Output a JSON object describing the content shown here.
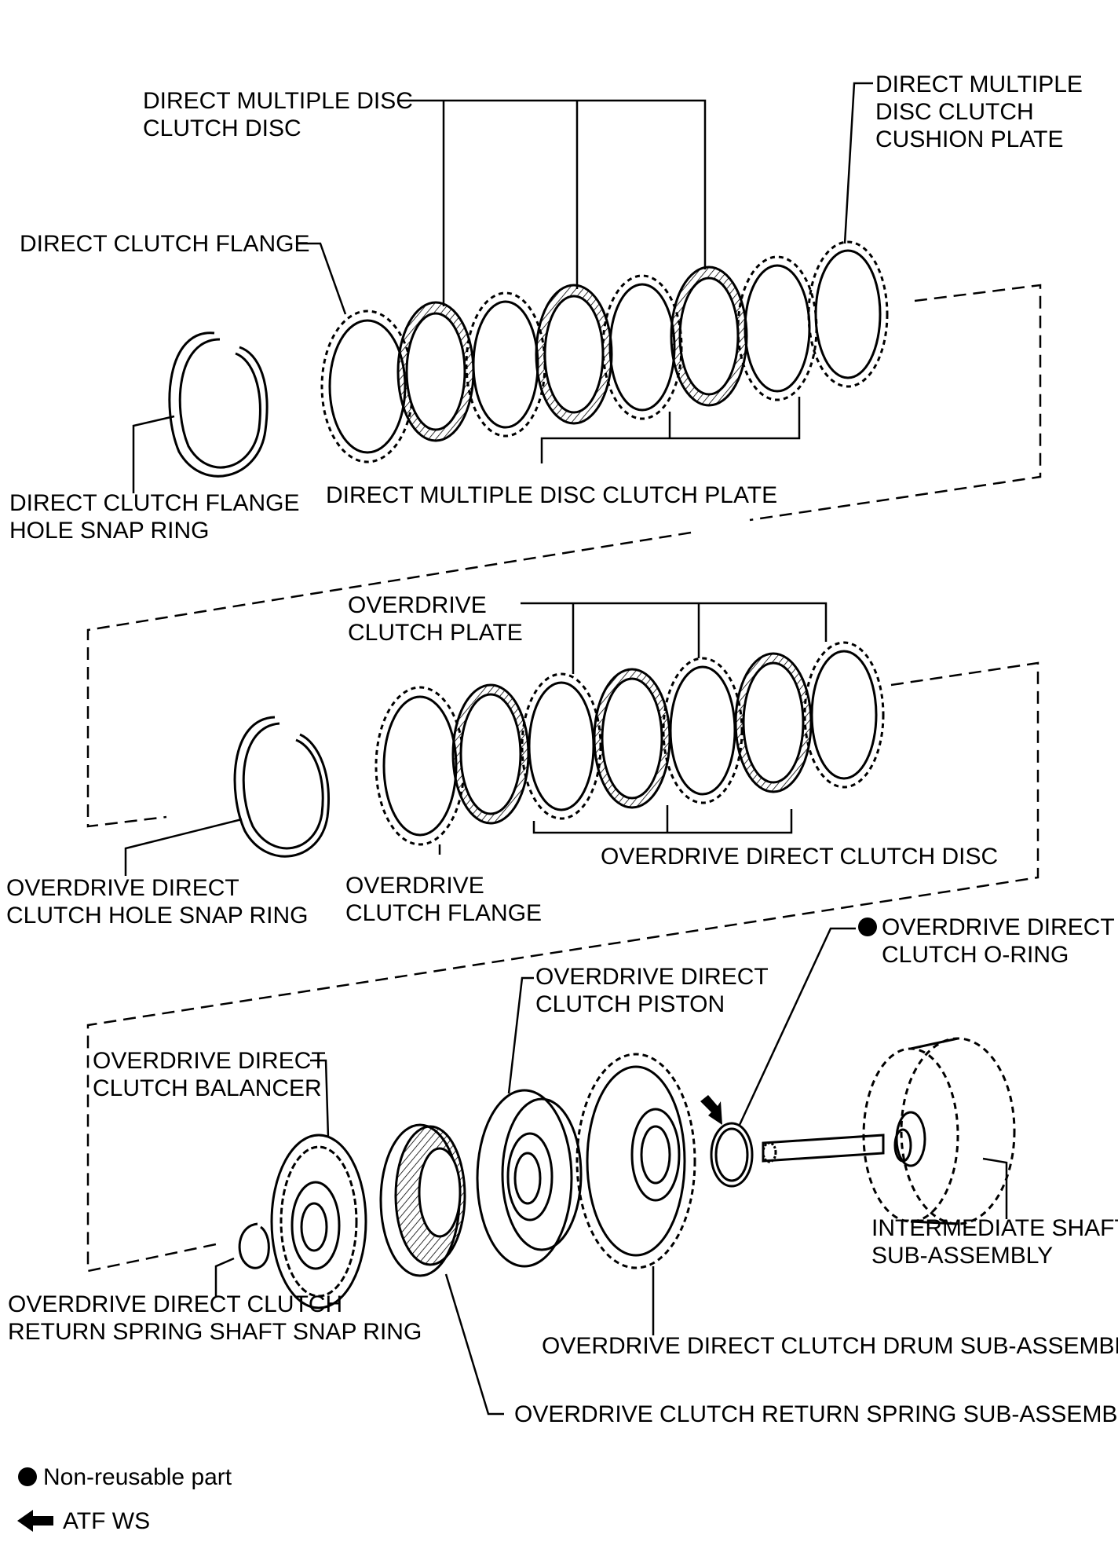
{
  "labels": {
    "direct_multiple_disc_clutch_disc": [
      "DIRECT MULTIPLE DISC",
      "CLUTCH DISC"
    ],
    "direct_multiple_disc_clutch_cushion_plate": [
      "DIRECT MULTIPLE",
      "DISC CLUTCH",
      "CUSHION PLATE"
    ],
    "direct_clutch_flange": [
      "DIRECT CLUTCH FLANGE"
    ],
    "direct_clutch_flange_hole_snap_ring": [
      "DIRECT CLUTCH FLANGE",
      "HOLE SNAP RING"
    ],
    "direct_multiple_disc_clutch_plate": [
      "DIRECT MULTIPLE DISC CLUTCH PLATE"
    ],
    "overdrive_clutch_plate": [
      "OVERDRIVE",
      "CLUTCH PLATE"
    ],
    "overdrive_direct_clutch_hole_snap_ring": [
      "OVERDRIVE DIRECT",
      "CLUTCH HOLE SNAP RING"
    ],
    "overdrive_clutch_flange": [
      "OVERDRIVE",
      "CLUTCH FLANGE"
    ],
    "overdrive_direct_clutch_disc": [
      "OVERDRIVE DIRECT CLUTCH DISC"
    ],
    "overdrive_direct_clutch_o_ring": [
      "OVERDRIVE DIRECT",
      "CLUTCH O-RING"
    ],
    "overdrive_direct_clutch_piston": [
      "OVERDRIVE DIRECT",
      "CLUTCH PISTON"
    ],
    "overdrive_direct_clutch_balancer": [
      "OVERDRIVE DIRECT",
      "CLUTCH BALANCER"
    ],
    "intermediate_shaft_sub_assembly": [
      "INTERMEDIATE SHAFT",
      "SUB-ASSEMBLY"
    ],
    "overdrive_direct_clutch_return_spring_shaft_snap_ring": [
      "OVERDRIVE DIRECT CLUTCH",
      "RETURN SPRING SHAFT SNAP RING"
    ],
    "overdrive_direct_clutch_drum_sub_assembly": [
      "OVERDRIVE DIRECT CLUTCH DRUM SUB-ASSEMBLY"
    ],
    "overdrive_clutch_return_spring_sub_assembly": [
      "OVERDRIVE CLUTCH RETURN SPRING SUB-ASSEMBLY"
    ]
  },
  "legend": {
    "non_reusable": "Non-reusable part",
    "atf": "ATF WS"
  },
  "icons": {
    "non_reusable": "filled-circle-icon",
    "atf": "arrow-left-icon"
  }
}
